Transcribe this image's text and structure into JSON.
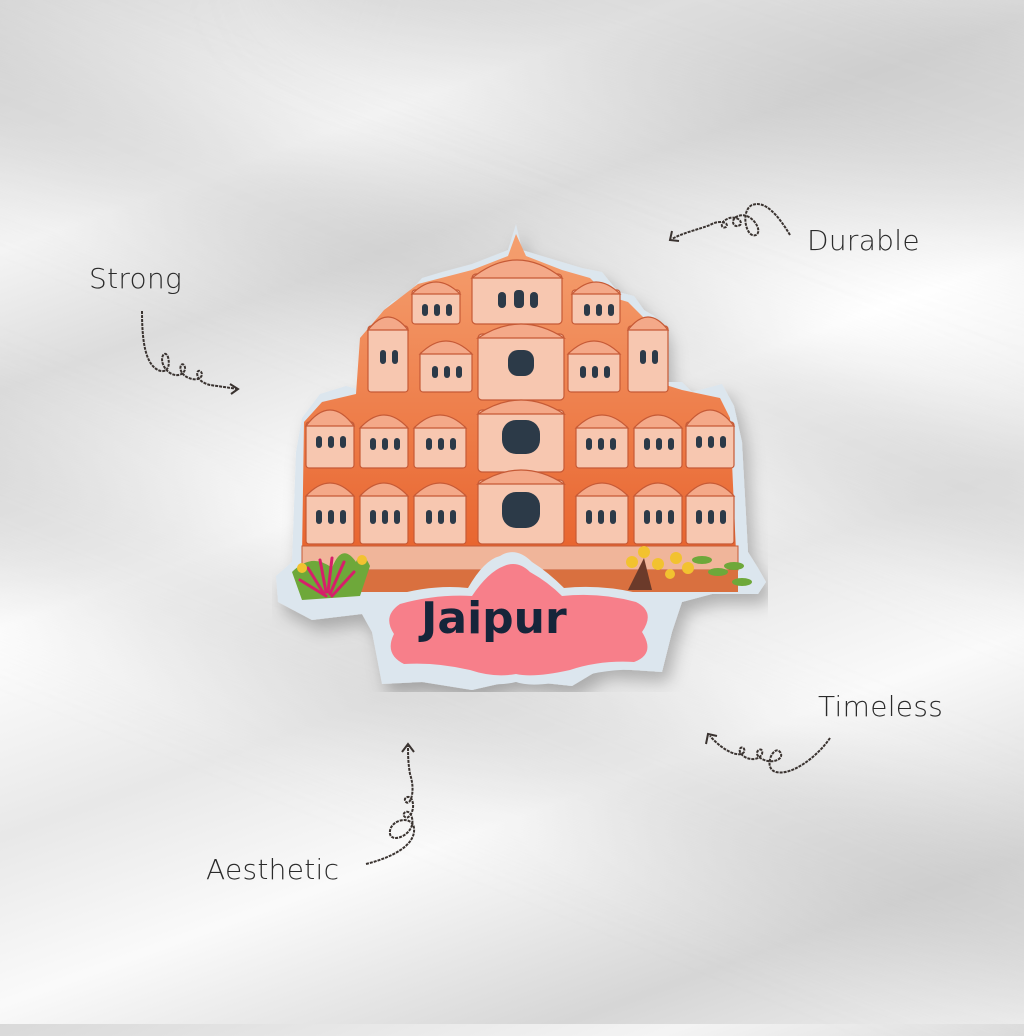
{
  "product": {
    "type": "fridge magnet / sticker",
    "landmark": "Hawa Mahal",
    "banner_text": "Jaipur",
    "colors": {
      "facade_orange": "#ee7a3a",
      "facade_pink": "#f2b8a0",
      "banner_pink": "#f77f8a",
      "banner_text": "#16253a",
      "border": "#dce6ee"
    }
  },
  "features": [
    {
      "label": "Strong",
      "position": "top-left"
    },
    {
      "label": "Durable",
      "position": "top-right"
    },
    {
      "label": "Timeless",
      "position": "bottom-right"
    },
    {
      "label": "Aesthetic",
      "position": "bottom-left"
    }
  ]
}
